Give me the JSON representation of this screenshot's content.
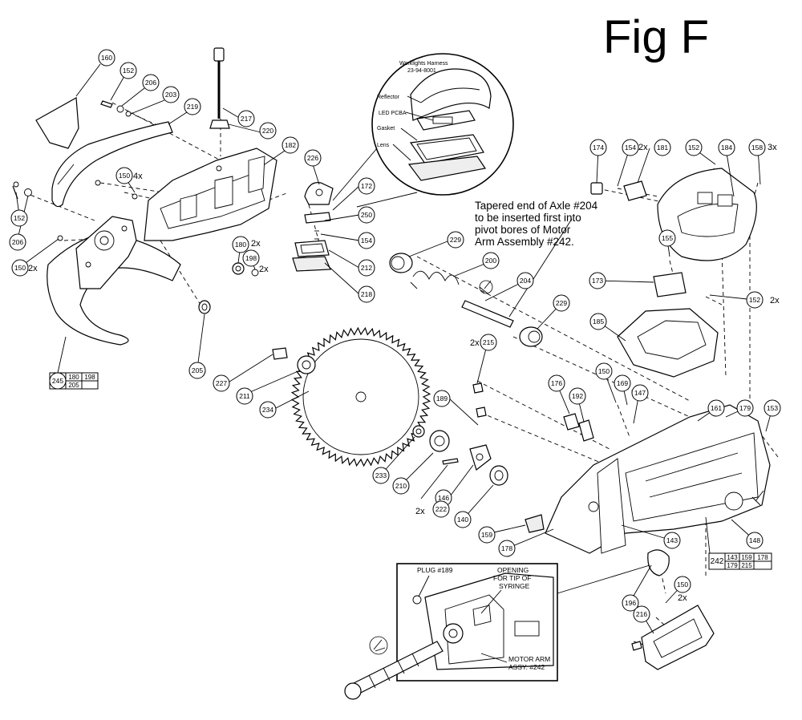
{
  "figure": {
    "title": "Fig F",
    "note_lines": [
      "Tapered end of Axle #204",
      "to be inserted first into",
      "pivot bores of Motor",
      "Arm Assembly #242."
    ]
  },
  "inset_top": {
    "harness_label_1": "Worklights Harness",
    "harness_label_2": "23-94-8001",
    "reflector": "Reflector",
    "led_pcba": "LED PCBA",
    "gasket": "Gasket",
    "lens": "Lens"
  },
  "inset_bottom": {
    "plug_label": "PLUG #189",
    "opening_1": "OPENING",
    "opening_2": "FOR TIP OF",
    "opening_3": "SYRINGE",
    "motor_1": "MOTOR ARM",
    "motor_2": "ASSY. #242"
  },
  "callouts": [
    "160",
    "152",
    "206",
    "203",
    "219",
    "217",
    "220",
    "182",
    "226",
    "172",
    "250",
    "154",
    "212",
    "218",
    "150",
    "152",
    "206",
    "150",
    "180",
    "198",
    "205",
    "245",
    "229",
    "200",
    "204",
    "229",
    "215",
    "189",
    "227",
    "211",
    "234",
    "233",
    "210",
    "146",
    "222",
    "140",
    "159",
    "178",
    "174",
    "154",
    "181",
    "152",
    "184",
    "158",
    "155",
    "173",
    "152",
    "185",
    "150",
    "169",
    "147",
    "176",
    "192",
    "161",
    "179",
    "153",
    "143",
    "148",
    "242",
    "196",
    "150",
    "216"
  ],
  "quantities": {
    "q150_top": "4x",
    "q150_left": "2x",
    "q180": "2x",
    "q198": "2x",
    "q215": "2x",
    "q146": "2x",
    "q154": "2x",
    "q158": "3x",
    "q152": "2x",
    "q150_bottom": "2x"
  },
  "kit_245": {
    "main": "245",
    "cells": [
      "180",
      "198",
      "205",
      ""
    ]
  },
  "kit_242": {
    "main": "242",
    "cells": [
      "143",
      "159",
      "178",
      "179",
      "215",
      ""
    ]
  }
}
